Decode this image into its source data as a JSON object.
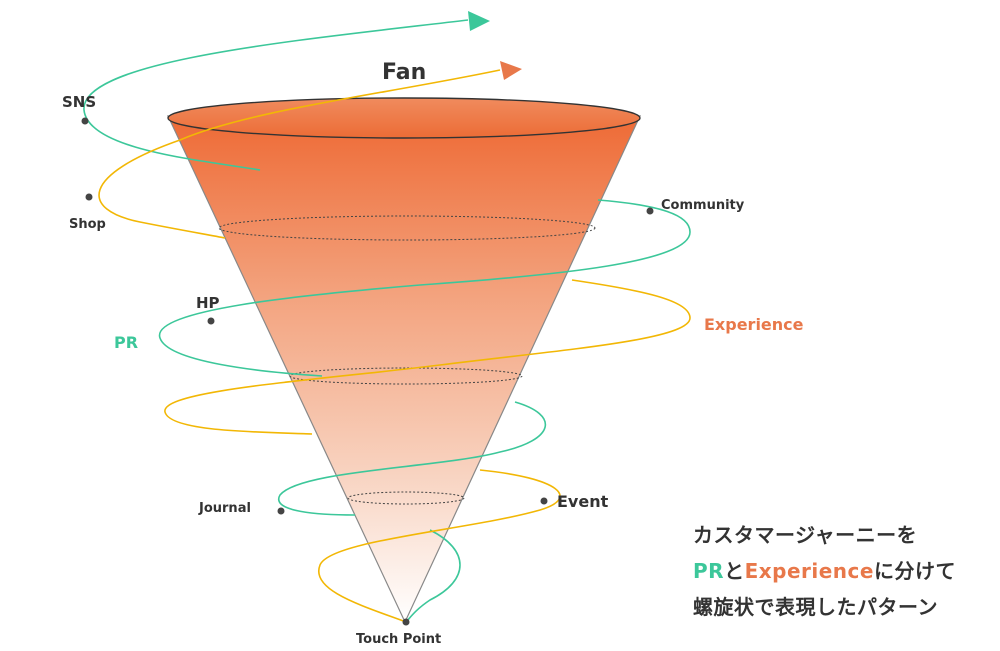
{
  "labels": {
    "fan": "Fan",
    "sns": "SNS",
    "shop": "Shop",
    "community": "Community",
    "hp": "HP",
    "pr": "PR",
    "experience": "Experience",
    "journal": "Journal",
    "event": "Event",
    "touch_point": "Touch Point"
  },
  "caption": {
    "line1": "カスタマージャーニーを",
    "line2_pr": "PR",
    "line2_to": "と",
    "line2_exp": "Experience",
    "line2_rest": "に分けて",
    "line3": "螺旋状で表現したパターン"
  },
  "colors": {
    "pr_green": "#3cc79a",
    "experience_orange": "#e8784a",
    "spiral_yellow": "#f2b705",
    "funnel_top": "#ee6a35",
    "funnel_bottom": "#ffffff",
    "text_dark": "#333333"
  }
}
